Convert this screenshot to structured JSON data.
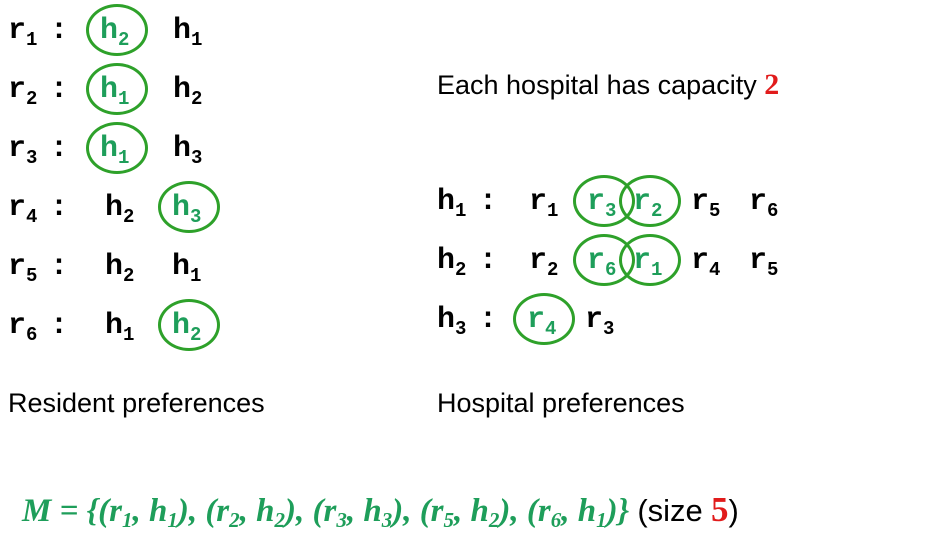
{
  "resident_rows": [
    {
      "label": "r1",
      "items": [
        {
          "t": "h2",
          "sel": true
        },
        {
          "t": "h1",
          "sel": false
        }
      ]
    },
    {
      "label": "r2",
      "items": [
        {
          "t": "h1",
          "sel": true
        },
        {
          "t": "h2",
          "sel": false
        }
      ]
    },
    {
      "label": "r3",
      "items": [
        {
          "t": "h1",
          "sel": true
        },
        {
          "t": "h3",
          "sel": false
        }
      ]
    },
    {
      "label": "r4",
      "items": [
        {
          "t": "h2",
          "sel": false
        },
        {
          "t": "h3",
          "sel": true
        }
      ]
    },
    {
      "label": "r5",
      "items": [
        {
          "t": "h2",
          "sel": false
        },
        {
          "t": "h1",
          "sel": false
        }
      ]
    },
    {
      "label": "r6",
      "items": [
        {
          "t": "h1",
          "sel": false
        },
        {
          "t": "h2",
          "sel": true
        }
      ]
    }
  ],
  "hospital_rows": [
    {
      "label": "h1",
      "items": [
        {
          "t": "r1",
          "sel": false
        },
        {
          "t": "r3",
          "sel": true
        },
        {
          "t": "r2",
          "sel": true
        },
        {
          "t": "r5",
          "sel": false
        },
        {
          "t": "r6",
          "sel": false
        }
      ]
    },
    {
      "label": "h2",
      "items": [
        {
          "t": "r2",
          "sel": false
        },
        {
          "t": "r6",
          "sel": true
        },
        {
          "t": "r1",
          "sel": true
        },
        {
          "t": "r4",
          "sel": false
        },
        {
          "t": "r5",
          "sel": false
        }
      ]
    },
    {
      "label": "h3",
      "items": [
        {
          "t": "r4",
          "sel": true
        },
        {
          "t": "r3",
          "sel": false
        }
      ]
    }
  ],
  "capacity_text": "Each hospital has capacity",
  "capacity_value": "2",
  "resident_caption": "Resident preferences",
  "hospital_caption": "Hospital preferences",
  "matching": {
    "prefix": "M",
    "pairs": [
      [
        "r1",
        "h1"
      ],
      [
        "r2",
        "h2"
      ],
      [
        "r3",
        "h3"
      ],
      [
        "r5",
        "h2"
      ],
      [
        "r6",
        "h1"
      ]
    ],
    "size_label": "(size",
    "size_value": "5",
    "size_close": ")"
  },
  "colors": {
    "selected_text": "#1e9e5a",
    "circle": "#2ea12a",
    "accent_red": "#e11b1b"
  }
}
